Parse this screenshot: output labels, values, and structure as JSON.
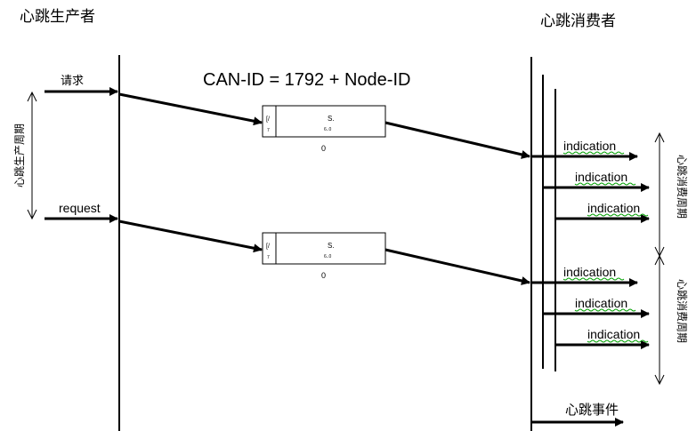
{
  "producer": {
    "title": "心跳生产者",
    "first_request_label": "请求",
    "second_request_label": "request",
    "period_label": "心跳生产周期"
  },
  "consumer": {
    "title": "心跳消费者",
    "indication_label": "indication",
    "period_label": "心跳消费周期",
    "event_label": "心跳事件"
  },
  "message": {
    "can_id_formula": "CAN-ID = 1792 + Node-ID",
    "frame_left_glyph": "[/",
    "frame_left_sub": "7",
    "frame_mid_glyph": "S.",
    "frame_mid_sub": "6..0",
    "frame_below": "0"
  },
  "colors": {
    "line": "#000000",
    "text": "#000000",
    "spellcheck_underline": "#00a000"
  }
}
